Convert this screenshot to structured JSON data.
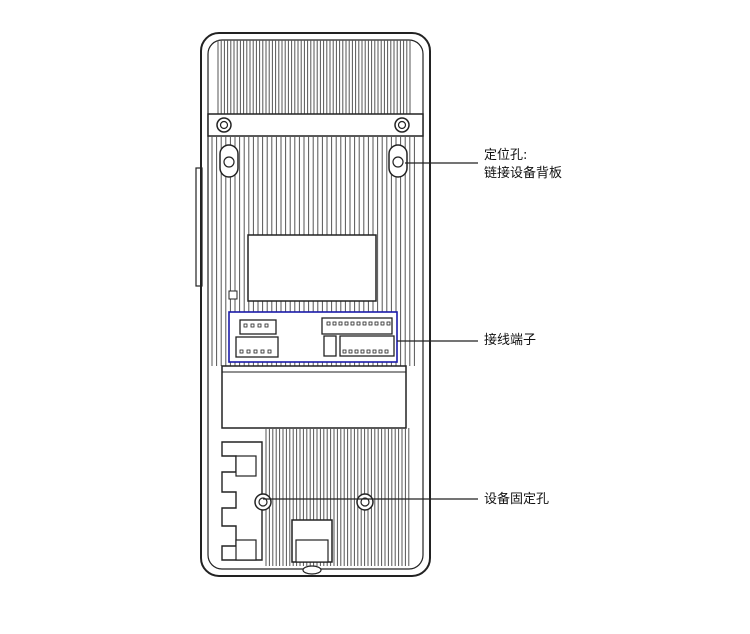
{
  "diagram": {
    "labels": {
      "mounting_hole_title": "定位孔:",
      "mounting_hole_desc": "链接设备背板",
      "terminal_block": "接线端子",
      "device_fixing_hole": "设备固定孔"
    },
    "colors": {
      "line": "#222222",
      "fin": "#555555",
      "highlight_box": "#1a1aa8",
      "background": "#ffffff"
    }
  }
}
